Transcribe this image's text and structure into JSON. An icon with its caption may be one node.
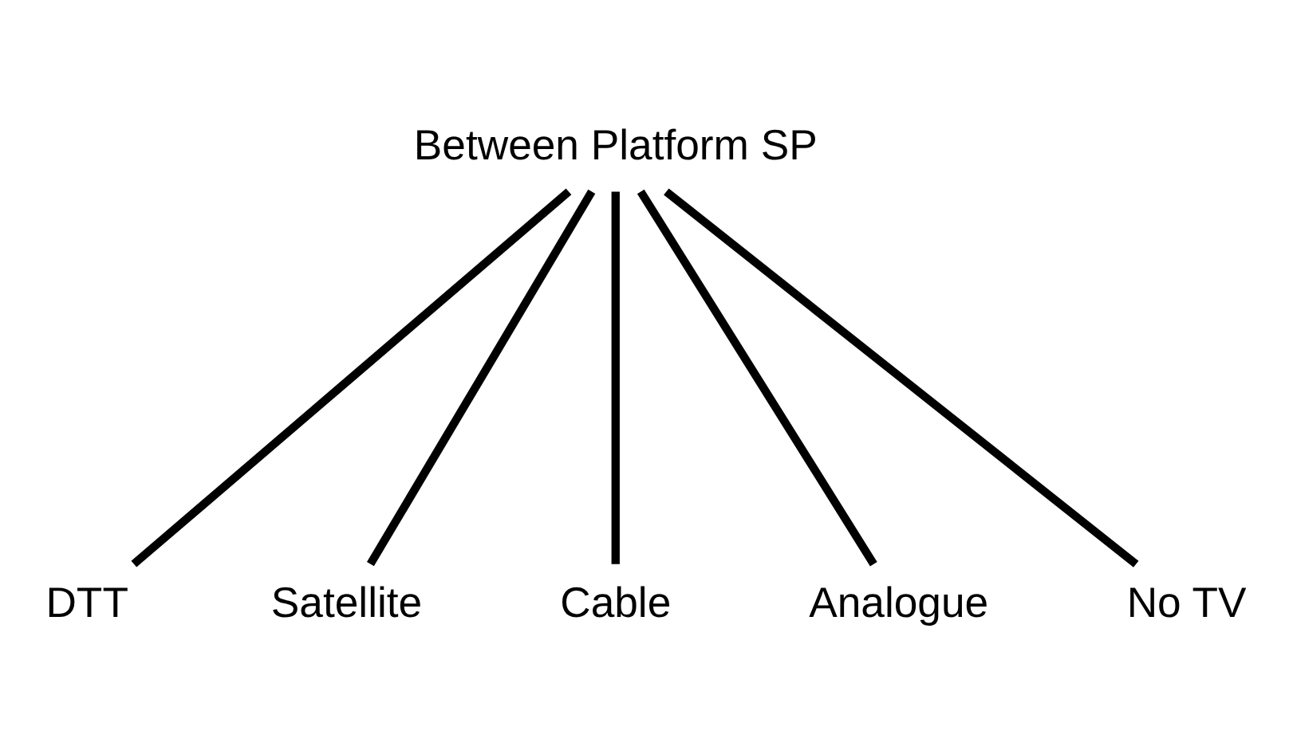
{
  "diagram": {
    "nodes": [
      {
        "text": [
          "Between Platform SP"
        ]
      },
      {
        "text": [
          "DTT"
        ]
      },
      {
        "text": [
          "Satellite"
        ]
      },
      {
        "text": [
          "Cable"
        ]
      },
      {
        "text": [
          "Analogue"
        ]
      },
      {
        "text": [
          "No TV"
        ]
      }
    ],
    "edges": [
      {
        "from": 0,
        "to": 1,
        "arrow": "none"
      },
      {
        "from": 0,
        "to": 2,
        "arrow": "none"
      },
      {
        "from": 0,
        "to": 3,
        "arrow": "none"
      },
      {
        "from": 0,
        "to": 4,
        "arrow": "none"
      },
      {
        "from": 0,
        "to": 5,
        "arrow": "none"
      }
    ]
  }
}
